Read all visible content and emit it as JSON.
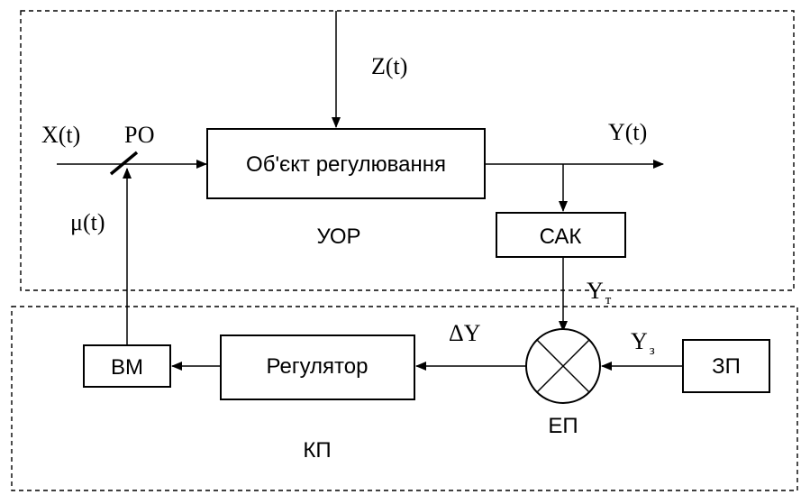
{
  "diagram": {
    "blocks": {
      "object": "Об'єкт регулювання",
      "sak": "САК",
      "regulator": "Регулятор",
      "vm": "ВМ",
      "zp": "ЗП"
    },
    "regions": {
      "upper": "УОР",
      "lower": "КП"
    },
    "signals": {
      "input": "X(t)",
      "disturbance": "Z(t)",
      "output": "Y(t)",
      "control": "μ(t)",
      "ro": "РО",
      "yt_main": "Y",
      "yt_sub": "т",
      "yz_main": "Y",
      "yz_sub": "з",
      "delta": "ΔY",
      "comparator": "ЕП"
    }
  }
}
